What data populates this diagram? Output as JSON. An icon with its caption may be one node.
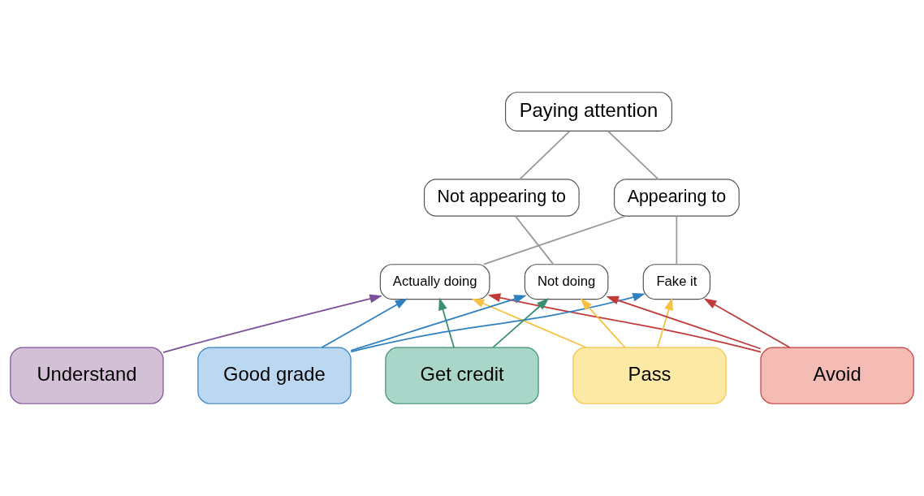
{
  "diagram": {
    "nodes": [
      {
        "text": [
          "Paying attention"
        ]
      },
      {
        "text": [
          "Appearing to"
        ]
      },
      {
        "text": [
          "Not appearing to"
        ]
      },
      {
        "text": [
          "Actually doing"
        ]
      },
      {
        "text": [
          "Fake it"
        ]
      },
      {
        "text": [
          "Not doing"
        ]
      },
      {
        "text": [
          "Understand"
        ]
      },
      {
        "text": [
          "Good grade"
        ]
      },
      {
        "text": [
          "Get credit"
        ]
      },
      {
        "text": [
          "Pass"
        ]
      },
      {
        "text": [
          "Avoid"
        ]
      }
    ],
    "edges": [
      {
        "from": 0,
        "to": 1,
        "arrow": "none"
      },
      {
        "from": 0,
        "to": 2,
        "arrow": "none"
      },
      {
        "from": 1,
        "to": 3,
        "arrow": "none"
      },
      {
        "from": 1,
        "to": 4,
        "arrow": "none"
      },
      {
        "from": 2,
        "to": 5,
        "arrow": "none"
      },
      {
        "from": 6,
        "to": 3,
        "arrow": "to",
        "color": "#7b4f9a"
      },
      {
        "from": 7,
        "to": 3,
        "arrow": "to",
        "color": "#2f80c0"
      },
      {
        "from": 7,
        "to": 4,
        "arrow": "to",
        "color": "#2f80c0"
      },
      {
        "from": 7,
        "to": 5,
        "arrow": "to",
        "color": "#2f80c0"
      },
      {
        "from": 8,
        "to": 3,
        "arrow": "to",
        "color": "#3a8f72"
      },
      {
        "from": 8,
        "to": 5,
        "arrow": "to",
        "color": "#3a8f72"
      },
      {
        "from": 9,
        "to": 3,
        "arrow": "to",
        "color": "#f5c242"
      },
      {
        "from": 9,
        "to": 4,
        "arrow": "to",
        "color": "#f5c242"
      },
      {
        "from": 9,
        "to": 5,
        "arrow": "to",
        "color": "#f5c242"
      },
      {
        "from": 10,
        "to": 3,
        "arrow": "to",
        "color": "#c03a3a"
      },
      {
        "from": 10,
        "to": 4,
        "arrow": "to",
        "color": "#c03a3a"
      },
      {
        "from": 10,
        "to": 5,
        "arrow": "to",
        "color": "#c03a3a"
      }
    ]
  }
}
